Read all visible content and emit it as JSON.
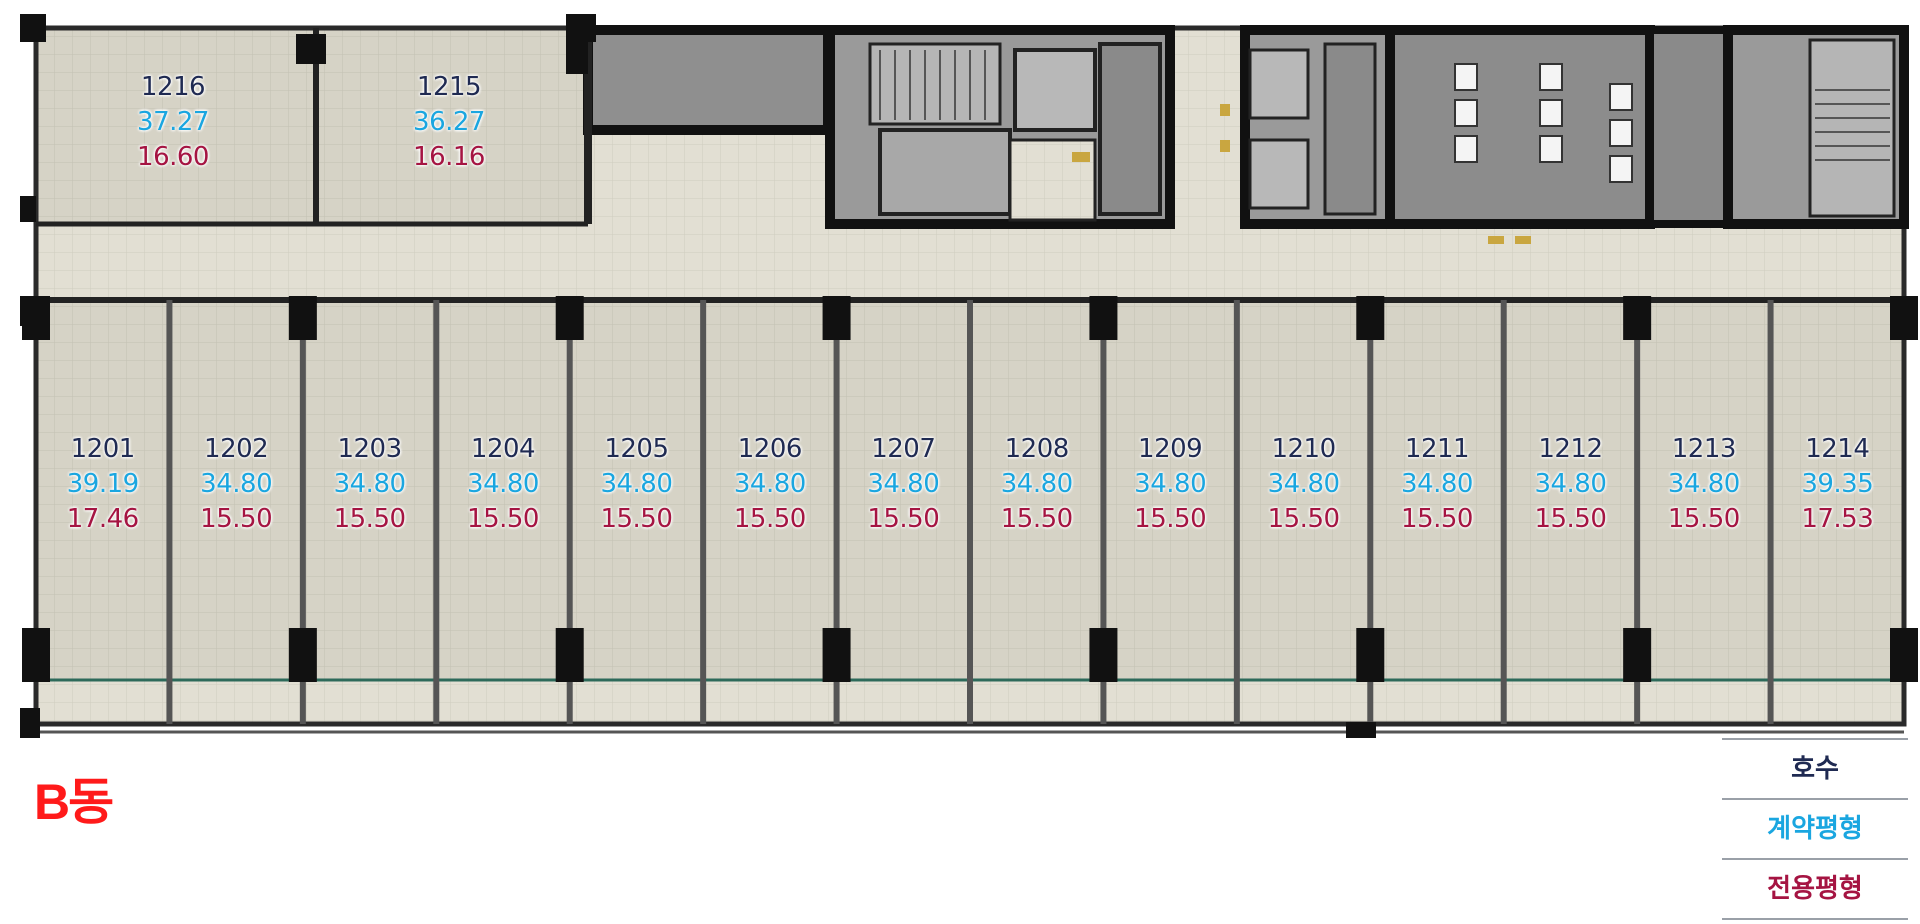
{
  "building": {
    "name": "B동"
  },
  "legend": {
    "unit_no": "호수",
    "contract_area": "계약평형",
    "exclusive_area": "전용평형"
  },
  "colors": {
    "unit_no": "#1f2a52",
    "contract_area": "#1aa6e0",
    "exclusive_area": "#a51442",
    "building_name": "#ff1a1a",
    "floor": "#d9d6c9",
    "wall": "#111111"
  },
  "units_top": [
    {
      "no": "1216",
      "contract": "37.27",
      "exclusive": "16.60"
    },
    {
      "no": "1215",
      "contract": "36.27",
      "exclusive": "16.16"
    }
  ],
  "units_bottom": [
    {
      "no": "1201",
      "contract": "39.19",
      "exclusive": "17.46"
    },
    {
      "no": "1202",
      "contract": "34.80",
      "exclusive": "15.50"
    },
    {
      "no": "1203",
      "contract": "34.80",
      "exclusive": "15.50"
    },
    {
      "no": "1204",
      "contract": "34.80",
      "exclusive": "15.50"
    },
    {
      "no": "1205",
      "contract": "34.80",
      "exclusive": "15.50"
    },
    {
      "no": "1206",
      "contract": "34.80",
      "exclusive": "15.50"
    },
    {
      "no": "1207",
      "contract": "34.80",
      "exclusive": "15.50"
    },
    {
      "no": "1208",
      "contract": "34.80",
      "exclusive": "15.50"
    },
    {
      "no": "1209",
      "contract": "34.80",
      "exclusive": "15.50"
    },
    {
      "no": "1210",
      "contract": "34.80",
      "exclusive": "15.50"
    },
    {
      "no": "1211",
      "contract": "34.80",
      "exclusive": "15.50"
    },
    {
      "no": "1212",
      "contract": "34.80",
      "exclusive": "15.50"
    },
    {
      "no": "1213",
      "contract": "34.80",
      "exclusive": "15.50"
    },
    {
      "no": "1214",
      "contract": "39.35",
      "exclusive": "17.53"
    }
  ]
}
